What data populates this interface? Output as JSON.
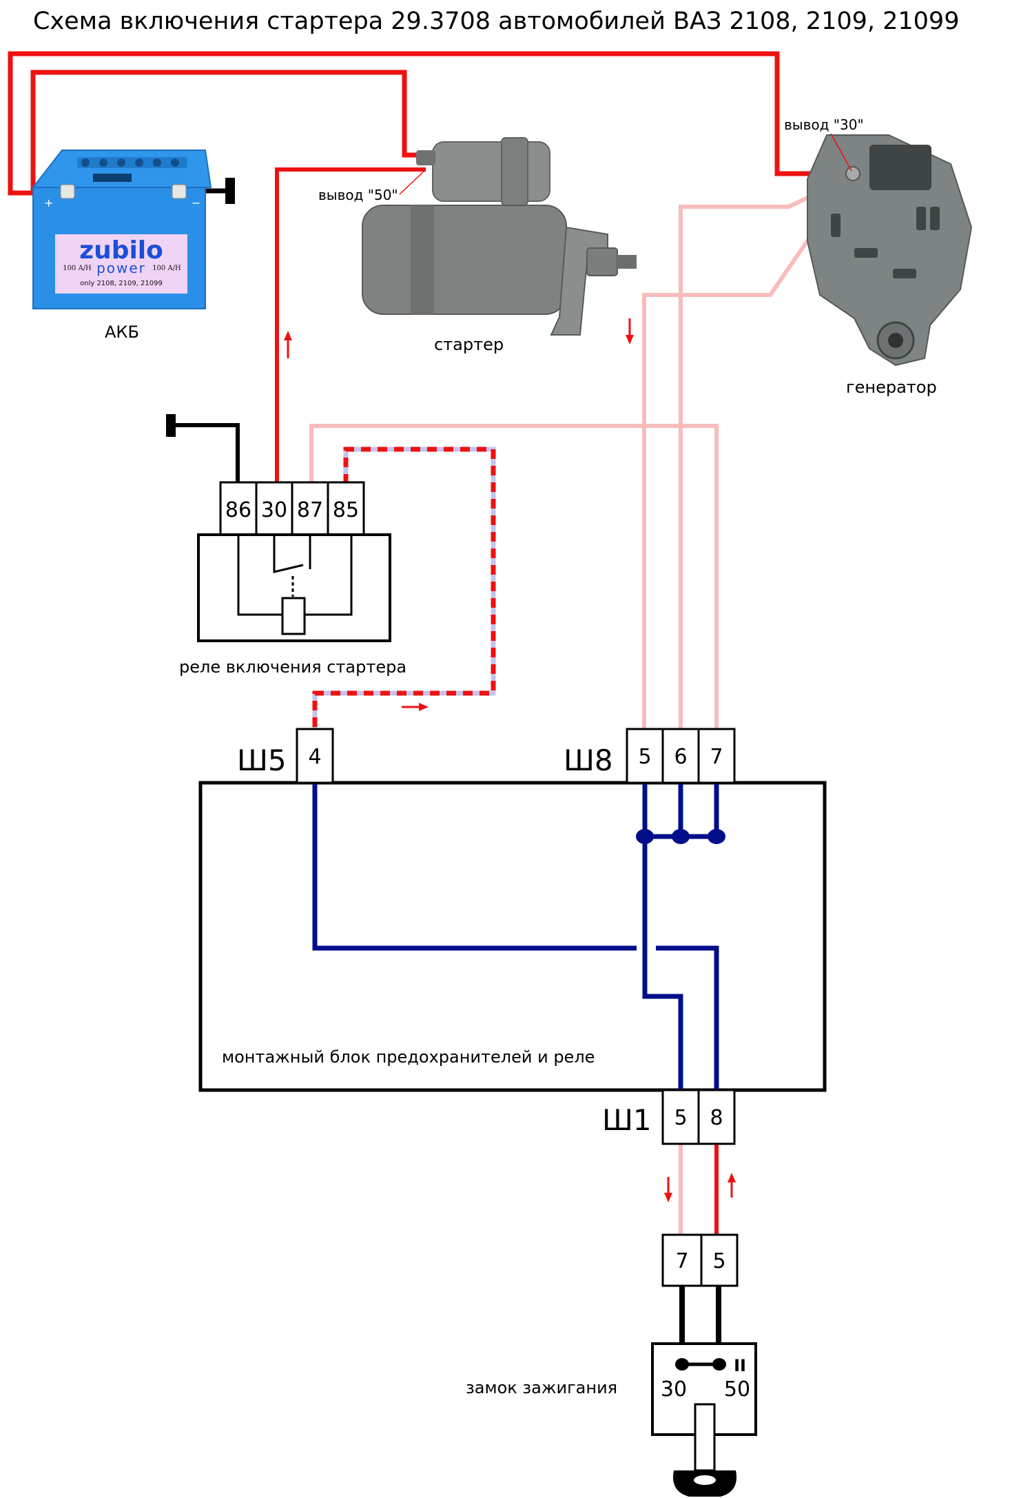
{
  "title": "Схема включения стартера 29.3708 автомобилей ВАЗ 2108, 2109, 21099",
  "components": {
    "battery": {
      "label": "АКБ",
      "brand": "zubilo",
      "brand_sub": "power",
      "capacity_left": "100 A/H",
      "capacity_right": "100 A/H",
      "fitment": "only 2108, 2109, 21099"
    },
    "starter": {
      "label": "стартер",
      "terminal": "вывод \"50\""
    },
    "generator": {
      "label": "генератор",
      "terminal": "вывод \"30\""
    },
    "relay": {
      "label": "реле включения стартера",
      "pins": [
        "86",
        "30",
        "87",
        "85"
      ]
    },
    "mounting_block": {
      "label": "монтажный блок предохранителей и реле",
      "connectors": {
        "sh5": {
          "name": "Ш5",
          "pins": [
            "4"
          ]
        },
        "sh8": {
          "name": "Ш8",
          "pins": [
            "5",
            "6",
            "7"
          ]
        },
        "sh1": {
          "name": "Ш1",
          "pins": [
            "5",
            "8"
          ]
        }
      }
    },
    "ignition": {
      "label": "замок зажигания",
      "connector_pins": [
        "7",
        "5"
      ],
      "switch_pins": [
        "30",
        "50"
      ],
      "position": "II"
    }
  },
  "colors": {
    "battery_wire": "#ee1111",
    "switched_wire": "#f8bcbc",
    "internal_wire": "#000e8a",
    "relay_control_dash": "#ee1111",
    "relay_control_base": "#c4c4ec",
    "battery_body": "#2a8fe6"
  }
}
